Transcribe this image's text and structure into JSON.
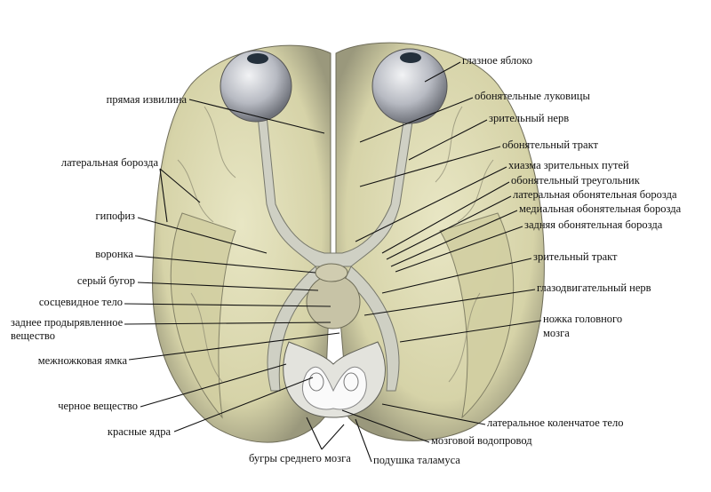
{
  "labels": {
    "eyeball": "глазное яблоко",
    "olfactory_bulbs": "обонятельные луковицы",
    "optic_nerve": "зрительный нерв",
    "olfactory_tract": "обонятельный тракт",
    "optic_chiasm": "хиазма зрительных путей",
    "olfactory_triangle": "обонятельный треугольник",
    "lateral_olfactory_sulcus": "латеральная обонятельная борозда",
    "medial_olfactory_sulcus": "медиальная обонятельная борозда",
    "posterior_olfactory_sulcus": "задняя обонятельная борозда",
    "optic_tract": "зрительный тракт",
    "oculomotor_nerve": "глазодвигательный нерв",
    "cerebral_peduncle_1": "ножка головного",
    "cerebral_peduncle_2": "мозга",
    "lateral_geniculate_body": "латеральное коленчатое тело",
    "cerebral_aqueduct": "мозговой водопровод",
    "pulvinar": "подушка таламуса",
    "midbrain_colliculi": "бугры среднего мозга",
    "red_nuclei": "красные ядра",
    "substantia_nigra": "черное вещество",
    "interpeduncular_fossa": "межножковая ямка",
    "posterior_perforated_1": "заднее продырявленное",
    "posterior_perforated_2": "вещество",
    "mammillary_body": "сосцевидное тело",
    "tuber_cinereum": "серый бугор",
    "infundibulum": "воронка",
    "hypophysis": "гипофиз",
    "lateral_sulcus": "латеральная борозда",
    "gyrus_rectus": "прямая извилина"
  },
  "colors": {
    "brain": "#dcd9b0",
    "shadow": "#8c8a70",
    "nerve": "#c9c9bd",
    "eye": "#b9bcc4"
  }
}
